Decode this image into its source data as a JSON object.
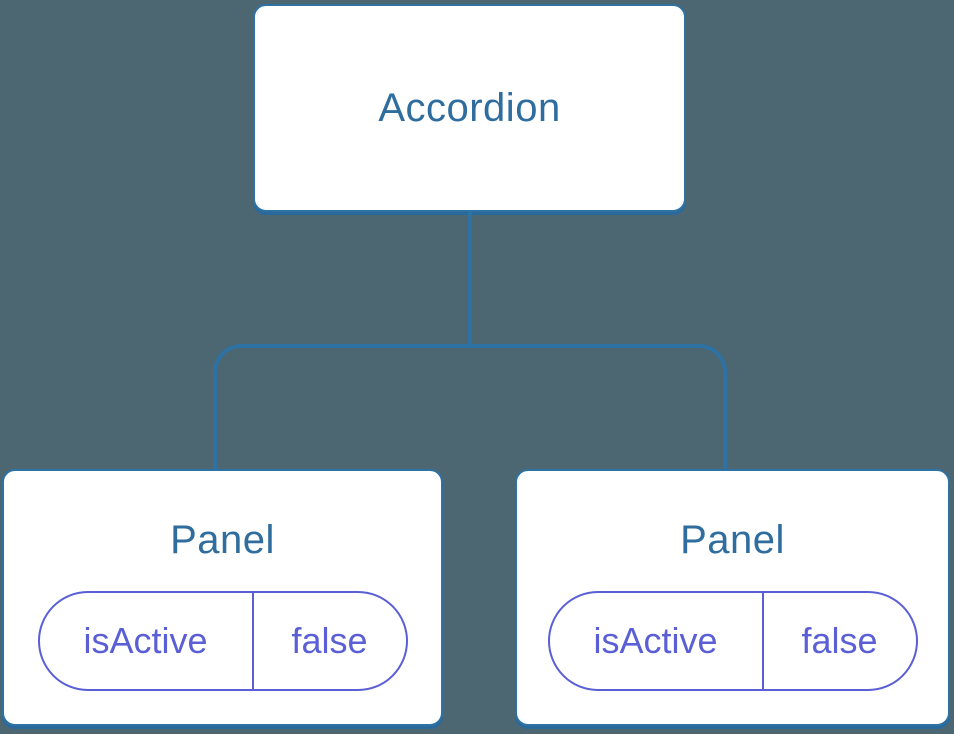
{
  "diagram": {
    "type": "component-tree",
    "root": {
      "label": "Accordion"
    },
    "children": [
      {
        "label": "Panel",
        "state": {
          "key": "isActive",
          "value": "false"
        }
      },
      {
        "label": "Panel",
        "state": {
          "key": "isActive",
          "value": "false"
        }
      }
    ],
    "colors": {
      "background": "#4c6672",
      "node_fill": "#ffffff",
      "stroke_blue": "#2e72a3",
      "label_blue": "#2e6d9e",
      "state_purple": "#5a5fd6"
    }
  }
}
